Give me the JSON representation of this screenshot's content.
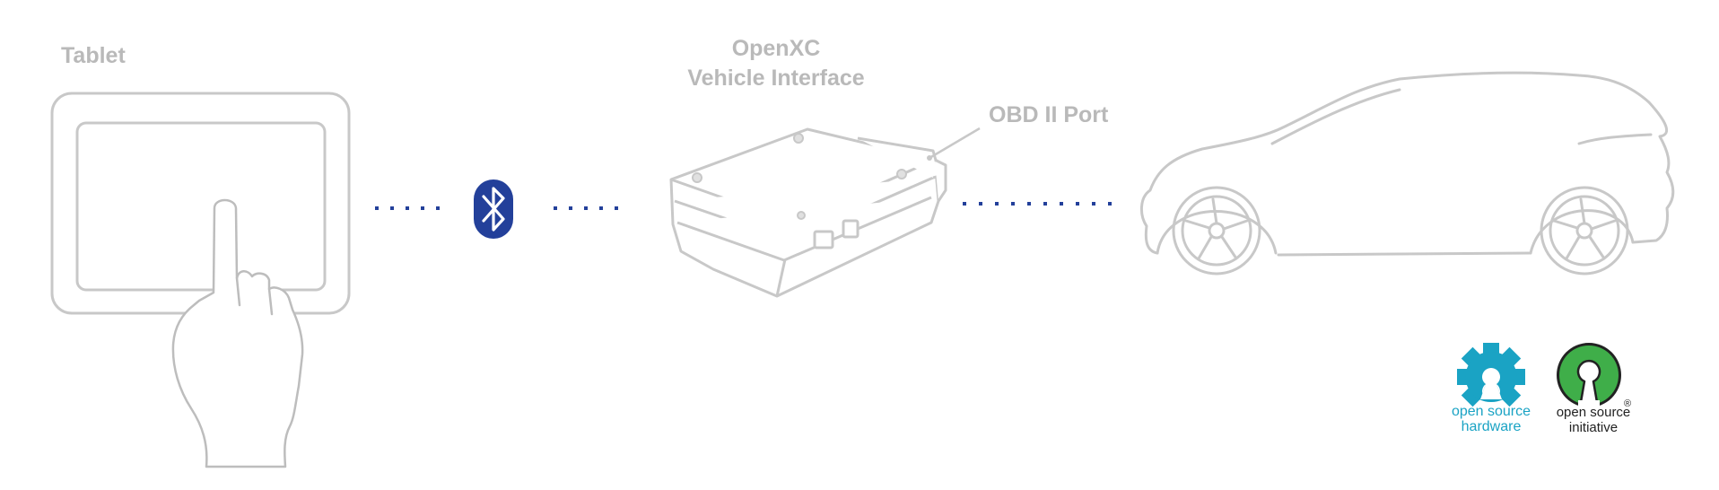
{
  "labels": {
    "tablet": "Tablet",
    "vehicle_interface_line1": "OpenXC",
    "vehicle_interface_line2": "Vehicle Interface",
    "obd_port": "OBD II Port"
  },
  "logos": {
    "open_source_hardware": {
      "line1": "open source",
      "line2": "hardware"
    },
    "open_source_initiative": {
      "line1": "open source",
      "line2": "initiative",
      "registered_mark": "®"
    }
  },
  "icons": {
    "bluetooth": "bluetooth-icon",
    "tablet": "tablet-icon",
    "hand": "hand-icon",
    "device": "vehicle-interface-device-icon",
    "car": "car-icon",
    "osh_gear": "open-source-hardware-gear-icon",
    "osi_keyhole": "open-source-initiative-keyhole-icon"
  },
  "colors": {
    "outline": "#c8c8c8",
    "label": "#b9b9b9",
    "connection_dots": "#23409a",
    "bluetooth_badge": "#23409a",
    "osh_teal": "#1aa3c4",
    "osi_green": "#3fae49"
  }
}
